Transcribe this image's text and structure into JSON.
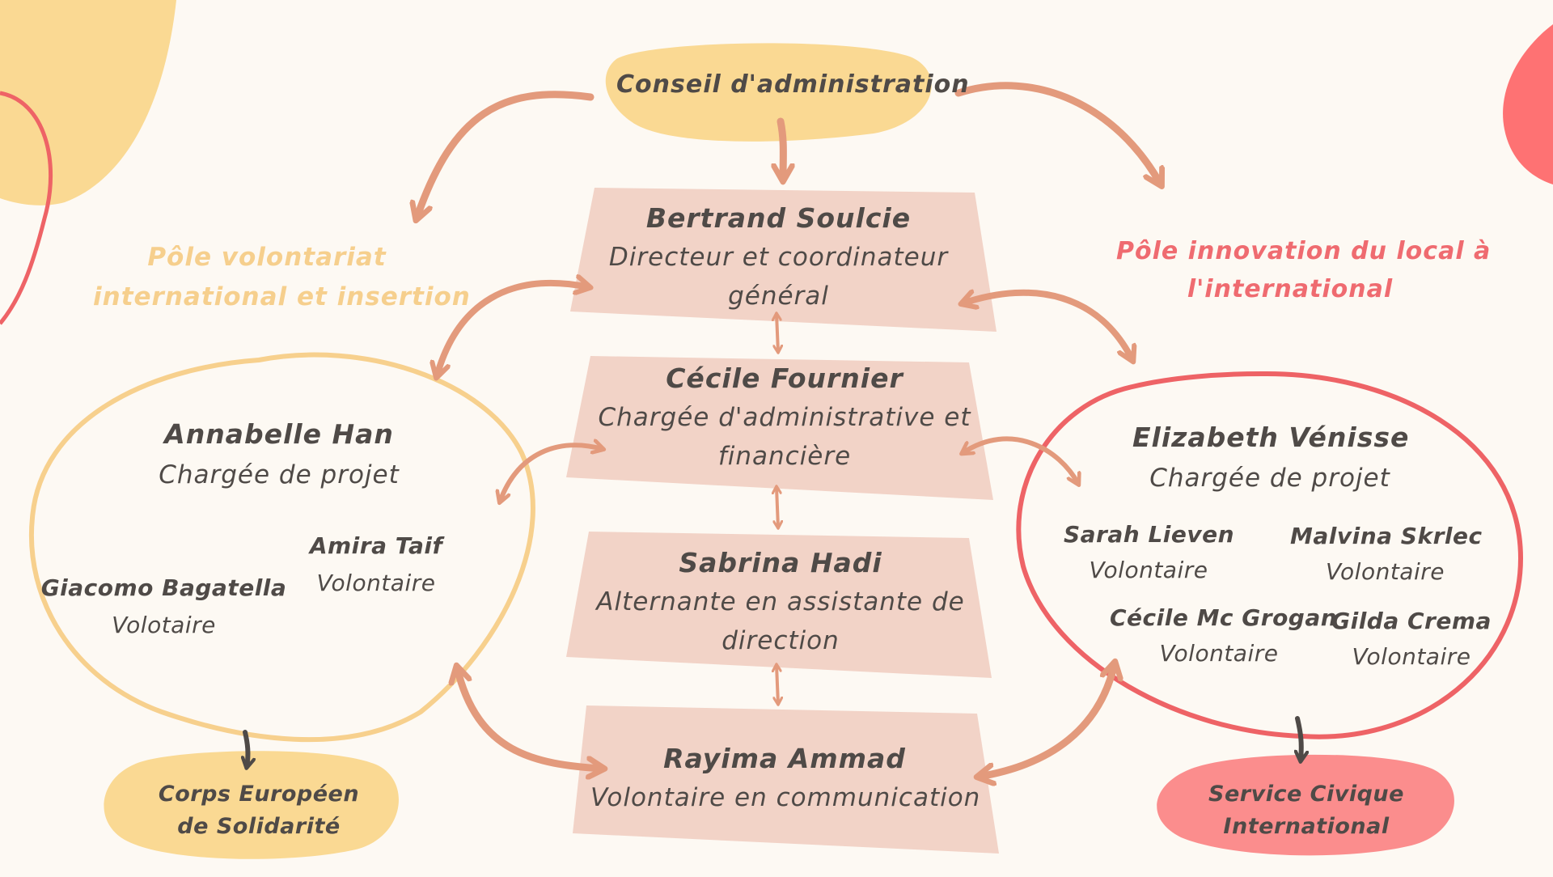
{
  "colors": {
    "background": "#fdf9f3",
    "yellow": "#fad993",
    "yellow_outline": "#f7d08d",
    "pink_box": "#f2d3c7",
    "red_outline": "#ee6366",
    "red_fill": "#fb8d8d",
    "arrow": "#e39a7c",
    "text": "#4f4a47"
  },
  "top": {
    "label": "Conseil d'administration"
  },
  "poles": {
    "left": {
      "line1": "Pôle volontariat",
      "line2": "international et insertion"
    },
    "right": {
      "line1": "Pôle innovation du local à",
      "line2": "l'international"
    }
  },
  "center": [
    {
      "name": "Bertrand Soulcie",
      "role1": "Directeur et coordinateur",
      "role2": "général"
    },
    {
      "name": "Cécile Fournier",
      "role1": "Chargée d'administrative et",
      "role2": "financière"
    },
    {
      "name": "Sabrina Hadi",
      "role1": "Alternante en assistante de",
      "role2": "direction"
    },
    {
      "name": "Rayima Ammad",
      "role1": "Volontaire en communication",
      "role2": ""
    }
  ],
  "left_group": {
    "lead": {
      "name": "Annabelle Han",
      "role": "Chargée de projet"
    },
    "members": [
      {
        "name": "Amira Taif",
        "role": "Volontaire"
      },
      {
        "name": "Giacomo Bagatella",
        "role": "Volotaire"
      }
    ]
  },
  "right_group": {
    "lead": {
      "name": "Elizabeth Vénisse",
      "role": "Chargée de projet"
    },
    "members": [
      {
        "name": "Sarah Lieven",
        "role": "Volontaire"
      },
      {
        "name": "Malvina Skrlec",
        "role": "Volontaire"
      },
      {
        "name": "Cécile Mc Grogan",
        "role": "Volontaire"
      },
      {
        "name": "Gilda Crema",
        "role": "Volontaire"
      }
    ]
  },
  "bottom": {
    "left": {
      "line1": "Corps Européen",
      "line2": "de Solidarité"
    },
    "right": {
      "line1": "Service Civique",
      "line2": "International"
    }
  }
}
